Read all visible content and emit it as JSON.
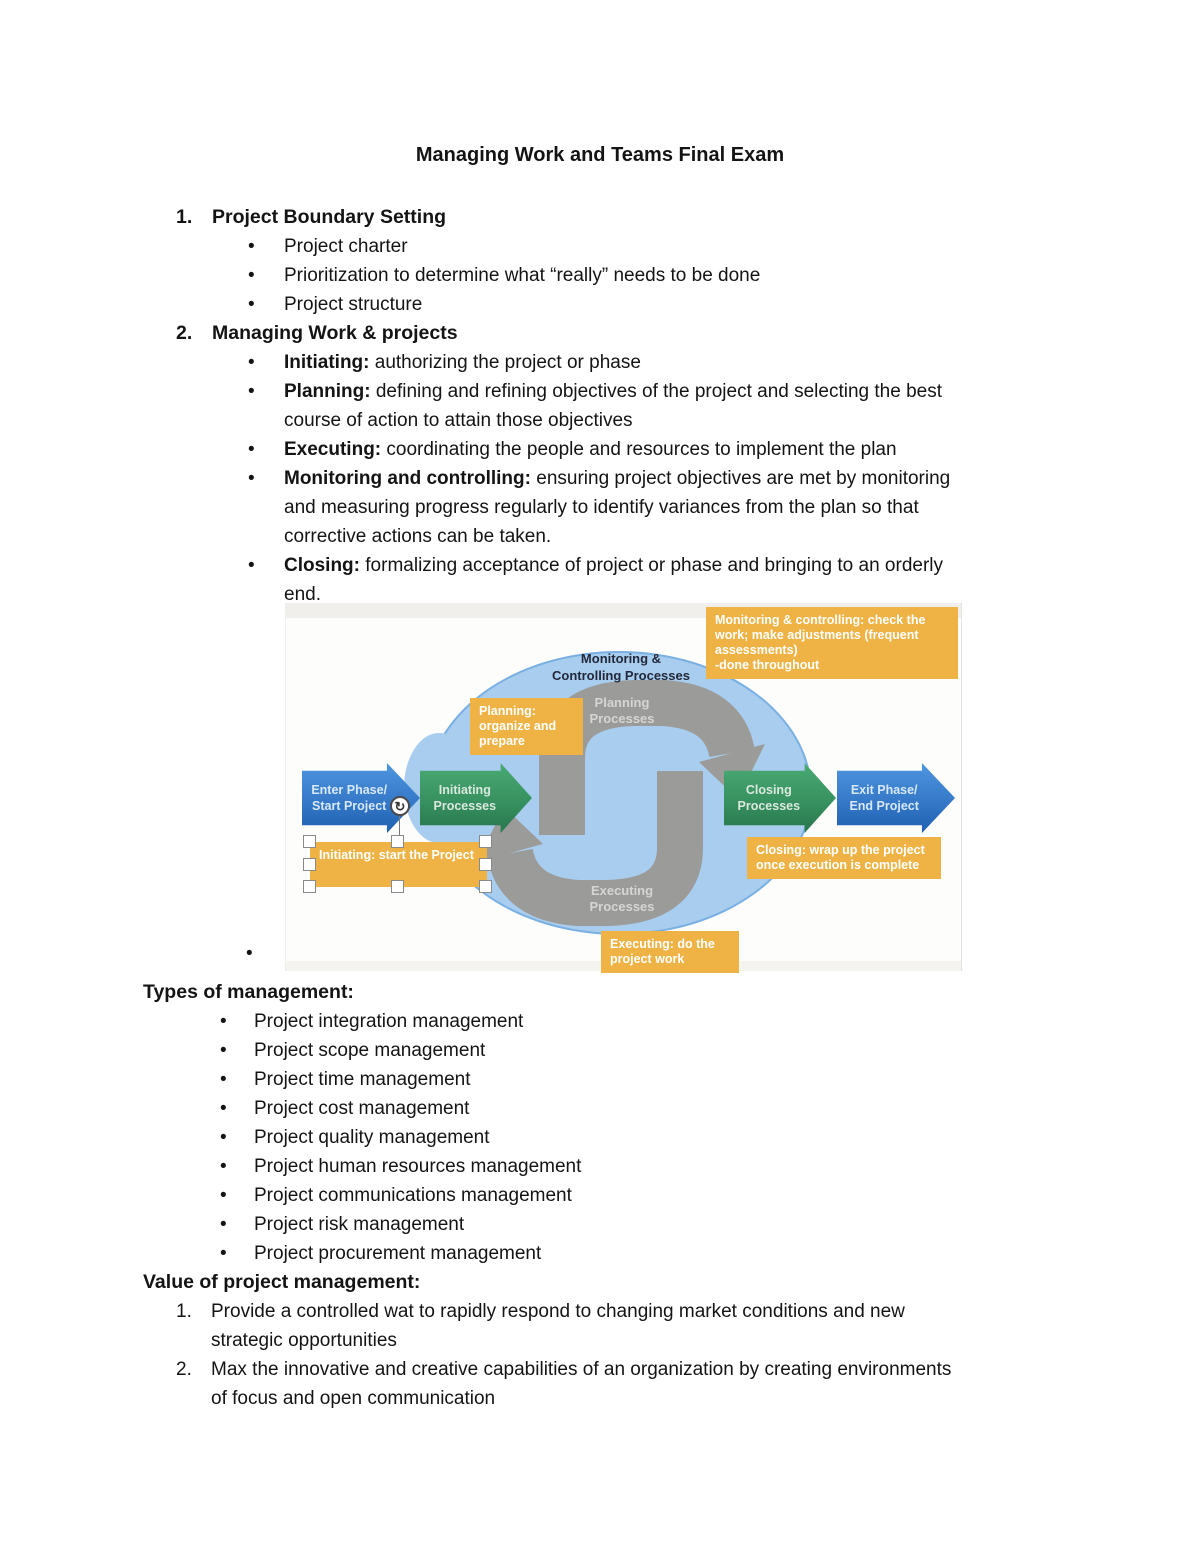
{
  "title": "Managing Work and Teams Final Exam",
  "bullet_char": "•",
  "sections": {
    "s1": {
      "num": "1.",
      "heading": "Project Boundary Setting",
      "items": [
        "Project charter",
        "Prioritization to determine what “really” needs to be done",
        "Project structure"
      ]
    },
    "s2": {
      "num": "2.",
      "heading": "Managing Work & projects",
      "items": [
        {
          "lead": "Initiating:",
          "text": " authorizing the project or phase"
        },
        {
          "lead": "Planning:",
          "text": " defining and refining objectives of the project and selecting the best\ncourse of action to attain those objectives"
        },
        {
          "lead": "Executing:",
          "text": " coordinating the people and resources to implement the plan"
        },
        {
          "lead": "Monitoring and controlling:",
          "text": " ensuring project objectives are met by monitoring\nand measuring progress regularly to identify variances from the plan so that\ncorrective actions can be taken."
        },
        {
          "lead": "Closing:",
          "text": " formalizing acceptance of project or phase and bringing to an orderly\nend."
        }
      ]
    },
    "types": {
      "heading": "Types of management:",
      "items": [
        "Project integration management",
        "Project scope management",
        "Project time management",
        "Project cost management",
        "Project quality management",
        "Project human resources management",
        "Project communications management",
        "Project risk management",
        "Project procurement management"
      ]
    },
    "value": {
      "heading": "Value of project management:",
      "items": [
        {
          "num": "1.",
          "text": "Provide a controlled wat to rapidly respond to changing market conditions and new\nstrategic opportunities"
        },
        {
          "num": "2.",
          "text": "Max the innovative and creative capabilities of an organization by creating environments\nof focus and open communication"
        }
      ]
    }
  },
  "diagram": {
    "header": "Monitoring &\nControlling Processes",
    "planning_label": "Planning\nProcesses",
    "executing_label": "Executing\nProcesses",
    "arrows": {
      "enter": "Enter Phase/\nStart Project",
      "initiating": "Initiating\nProcesses",
      "closing": "Closing\nProcesses",
      "exit": "Exit Phase/\nEnd Project"
    },
    "callouts": {
      "monitoring": "Monitoring & controlling:  check the work; make adjustments (frequent assessments)\n-done throughout",
      "planning": "Planning: organize and prepare",
      "initiating": "Initiating: start the Project",
      "closing": "Closing: wrap up the project once execution is complete",
      "executing": "Executing: do the project work"
    },
    "colors": {
      "cloud": "#a9cdef",
      "callout_orange": "#eeb344",
      "cycle_gray": "#9b9b99",
      "arrow_blue": "#2e6fbe",
      "arrow_green": "#2f8758"
    },
    "rotate_icon": "↻"
  }
}
